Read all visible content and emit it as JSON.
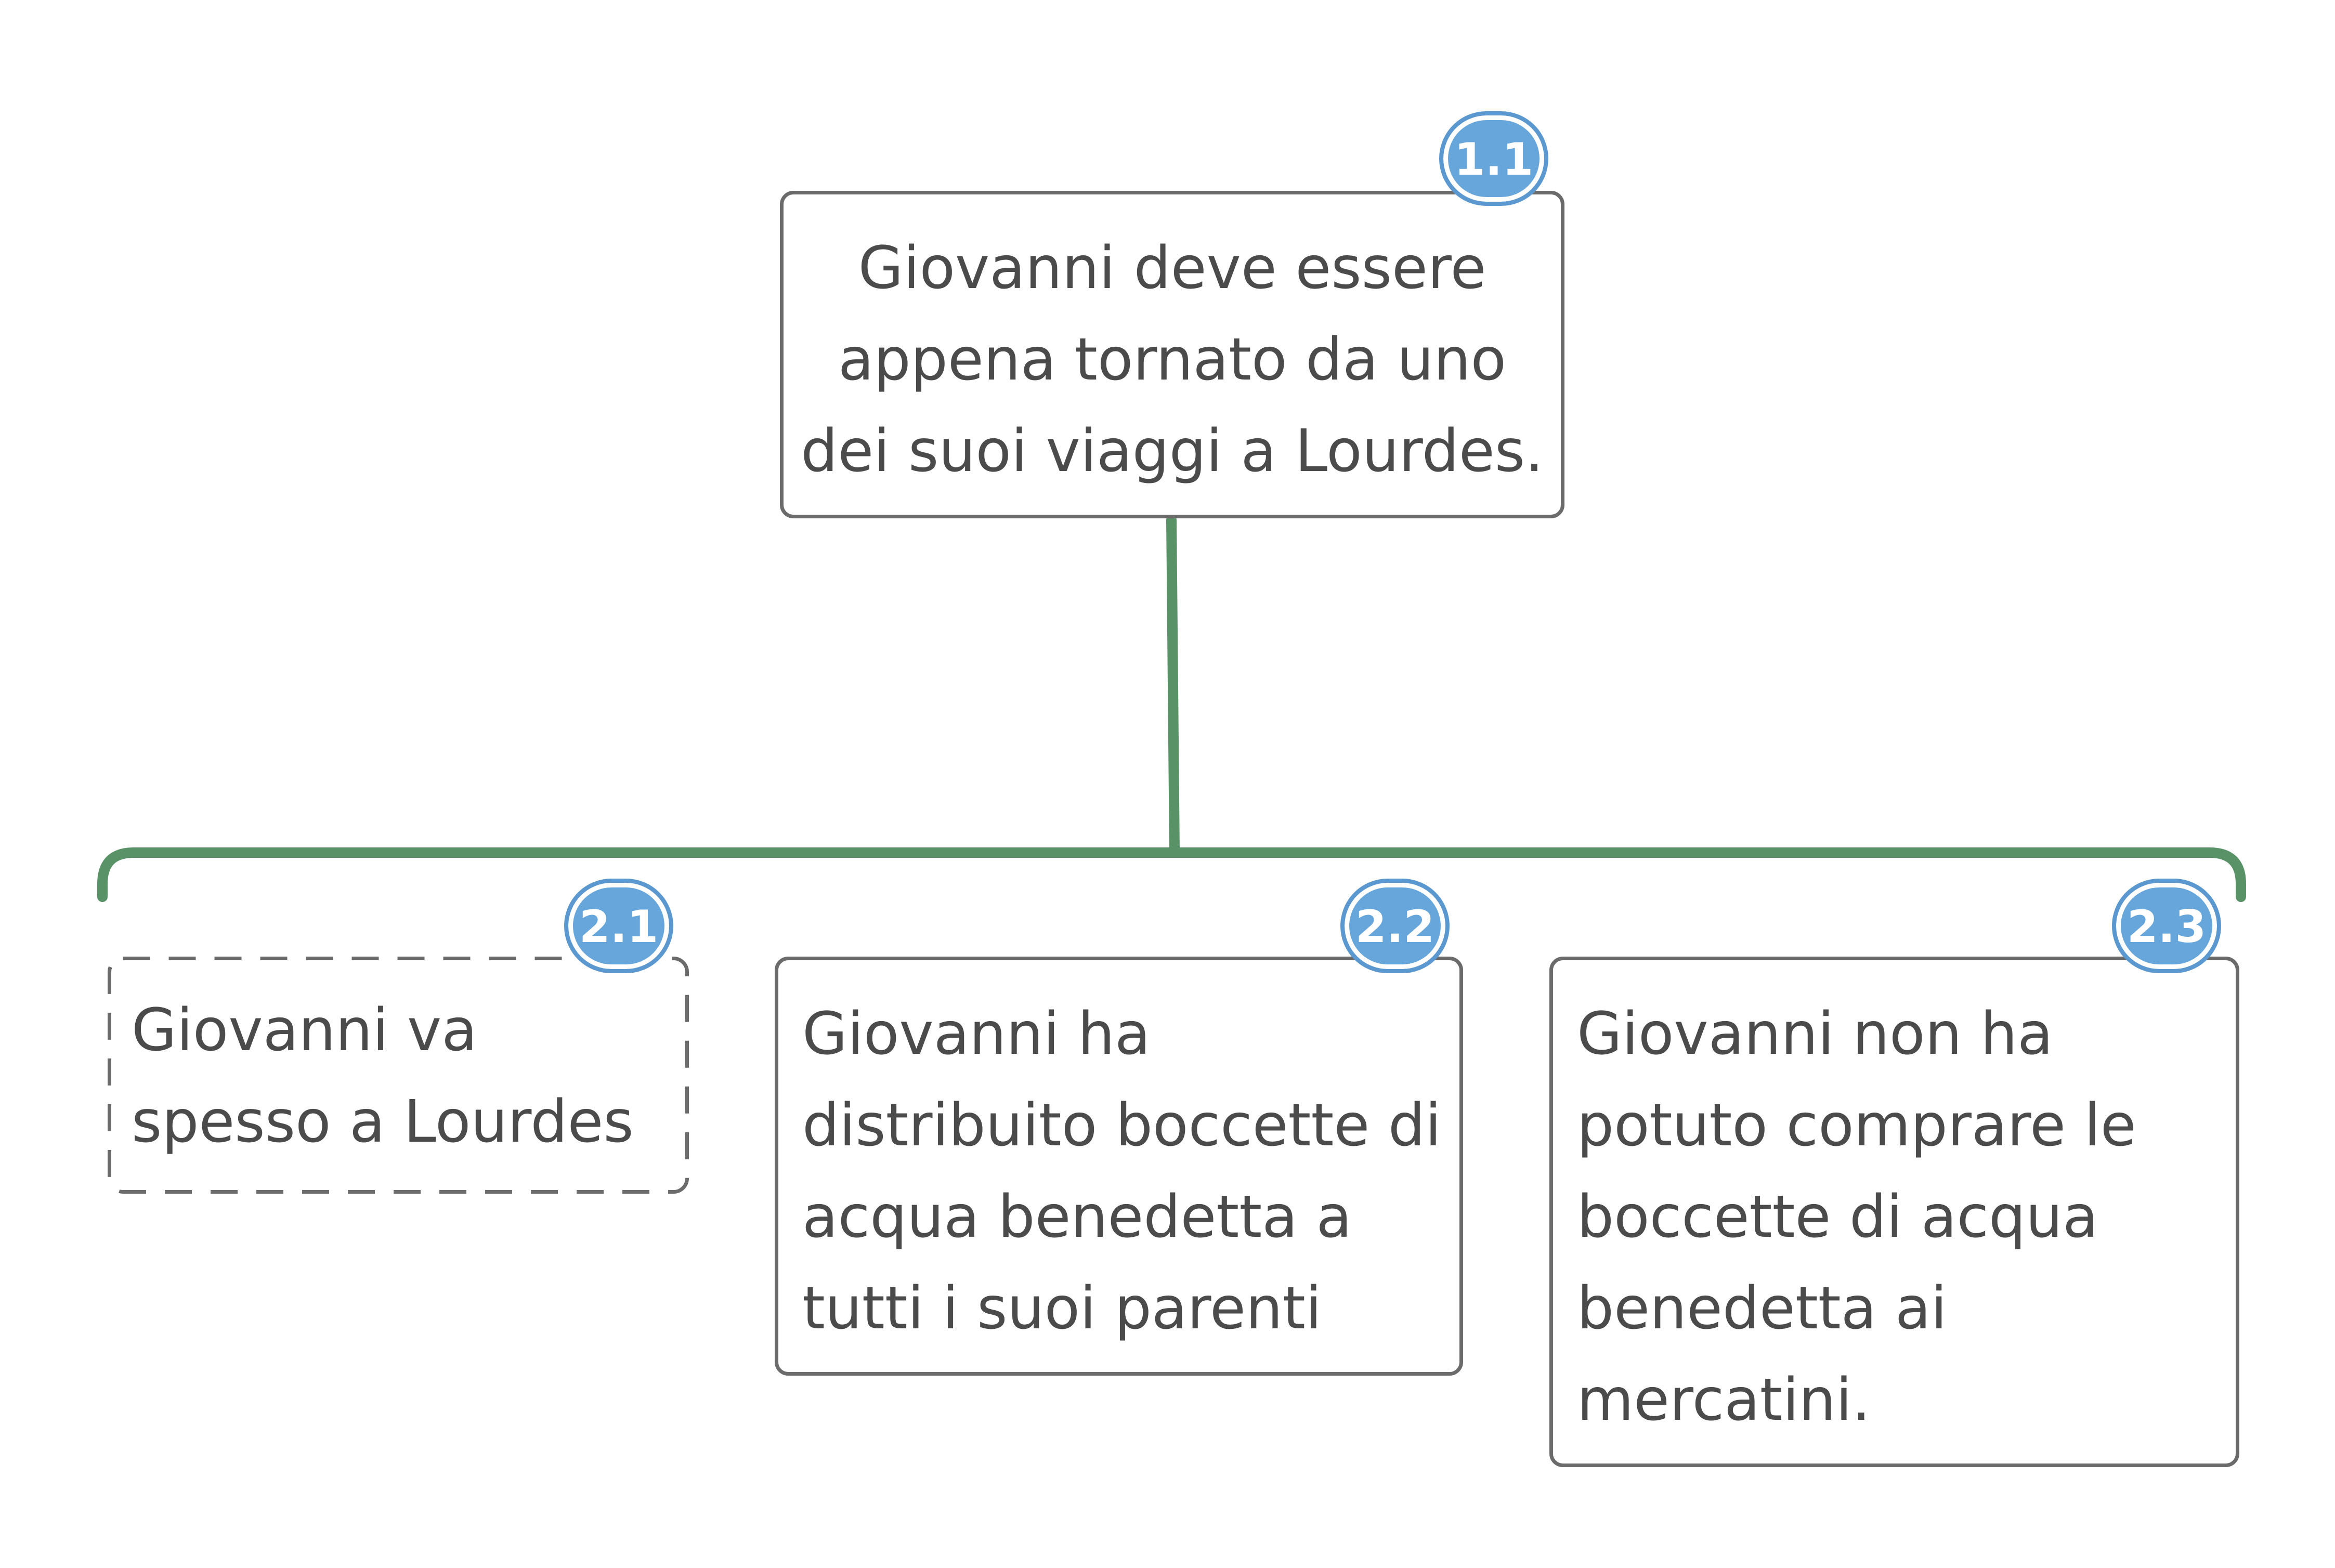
{
  "colors": {
    "connector": "#5a9268",
    "node_border": "#6b6b6b",
    "text": "#4b4b4b",
    "badge_fill": "#67a6db"
  },
  "root": {
    "badge": "1.1",
    "text": "Giovanni deve essere\nappena tornato da uno\ndei suoi viaggi a Lourdes."
  },
  "children": [
    {
      "badge": "2.1",
      "text": "Giovanni va\nspesso a Lourdes",
      "style": "dashed"
    },
    {
      "badge": "2.2",
      "text": "Giovanni ha\ndistribuito boccette di\nacqua benedetta a\ntutti i suoi parenti",
      "style": "solid"
    },
    {
      "badge": "2.3",
      "text": "Giovanni non ha\npotuto comprare le\nboccette di acqua\nbenedetta ai\nmercatini.",
      "style": "solid"
    }
  ]
}
